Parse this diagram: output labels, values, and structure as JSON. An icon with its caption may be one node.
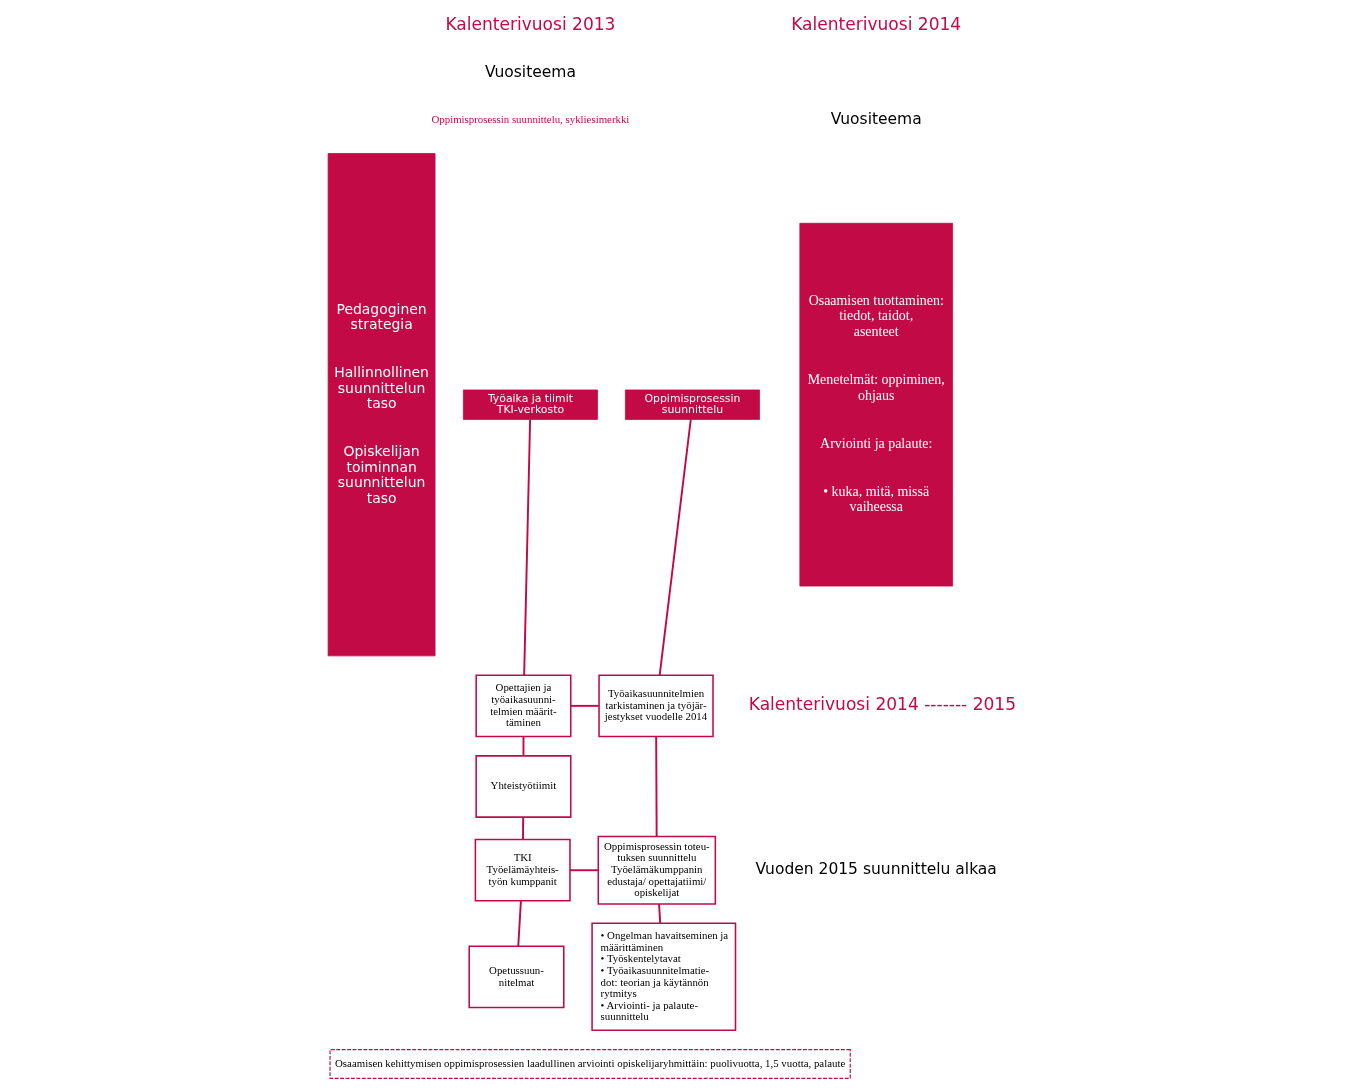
{
  "diagram": {
    "nodes": [
      {
        "text": [
          "Pedagoginen strategia",
          "Hallinnollinen suunnittelun taso",
          "Opiskelijan toiminnan suunnittelun taso"
        ]
      },
      {
        "text": [
          "Työaika ja tiimit TKI-verkosto"
        ]
      },
      {
        "text": [
          "Oppimisprosessin suunnittelu"
        ]
      },
      {
        "text": [
          "Opettajien ja työaikasuunni- telmien määrit- täminen"
        ]
      },
      {
        "text": [
          "Yhteistyötiimit"
        ]
      },
      {
        "text": [
          "TKI Työelämäyhteis- työn kumppanit"
        ]
      },
      {
        "text": [
          "Opetussuun- nitelmat"
        ]
      },
      {
        "text": [
          "Työaikasuunnitelmien tarkistaminen ja työjär- jestykset vuodelle 2014"
        ]
      },
      {
        "text": [
          "Oppimisprosessin toteu- tuksen suunnittelu Työelämäkumppanin edustaja/ opettajatiimi/ opiskelijat"
        ]
      },
      {
        "text": [
          "• Ongelman havaitseminen ja määrittäminen",
          "• Työskentelytavat",
          "• Työaikasuunnitelmatie- dot: teorian ja käytännön rytmitys",
          "• Arviointi- ja palaute- suunnittelu"
        ]
      },
      {
        "text": [
          "Osaamisen tuottaminen: tiedot, taidot, asenteet",
          "Menetelmät: oppiminen, ohjaus",
          "Arviointi ja palaute:",
          "• kuka, mitä, missä vaiheessa"
        ]
      },
      {
        "text": [
          "Osaamisen kehittymisen oppimisprosessien laadullinen arviointi opiskelijaryhmittäin: puolivuotta, 1,5 vuotta, palaute"
        ]
      }
    ],
    "edges": [
      {
        "from": 1,
        "to": 3,
        "arrow": "none"
      },
      {
        "from": 3,
        "to": 4,
        "arrow": "none"
      },
      {
        "from": 4,
        "to": 5,
        "arrow": "none"
      },
      {
        "from": 5,
        "to": 6,
        "arrow": "none"
      },
      {
        "from": 2,
        "to": 7,
        "arrow": "none"
      },
      {
        "from": 7,
        "to": 8,
        "arrow": "none"
      },
      {
        "from": 8,
        "to": 9,
        "arrow": "none"
      },
      {
        "from": 3,
        "to": 7,
        "arrow": "none"
      },
      {
        "from": 5,
        "to": 8,
        "arrow": "none"
      }
    ],
    "labels": [
      "Kalenterivuosi 2013",
      "Vuositeema",
      "Oppimisprosessin suunnittelu, sykliesimerkki",
      "Kalenterivuosi 2014",
      "Vuositeema",
      "Kalenterivuosi 2014 ------- 2015",
      "Vuoden 2015 suunnittelu alkaa"
    ]
  }
}
